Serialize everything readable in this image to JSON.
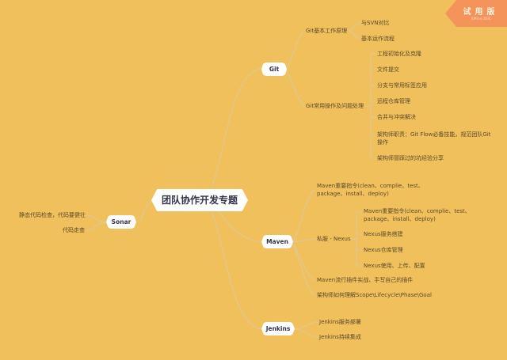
{
  "badge": {
    "label": "试用版",
    "sublabel": "XMind ZEN"
  },
  "root": {
    "label": "团队协作开发专题"
  },
  "colors": {
    "background": "#f0c05c",
    "node_fill": "#ffffff",
    "link": "#d9c8a0",
    "badge": "#f4935a",
    "text": "#5a4a2a"
  },
  "branches": {
    "git": {
      "label": "Git",
      "children": [
        {
          "label": "Git基本工作原理",
          "children": [
            "与SVN对比",
            "基本运作流程"
          ]
        },
        {
          "label": "Git常用操作及问题处理",
          "children": [
            "工程初始化及克隆",
            "文件提交",
            "分支与常用标签应用",
            "远程仓库管理",
            "合并与冲突解决",
            "架构师职责：Git Flow必备技能，规范团队Git操作",
            "架构师冒踩过的坑经验分享"
          ]
        }
      ]
    },
    "maven": {
      "label": "Maven",
      "children": [
        {
          "label": "Maven重要指令(clean、complie、test、package、install、deploy)"
        },
        {
          "label": "私服 - Nexus",
          "children": [
            "Maven重要指令(clean、complie、test、package、install、deploy)",
            "Nexus服务搭建",
            "Nexus仓库管理",
            "Nexus使用、上传、配置"
          ]
        },
        {
          "label": "Maven流行插件实战、手写自己的插件"
        },
        {
          "label": "架构师如何理解Scope\\Lifecycle\\Phase\\Goal"
        }
      ]
    },
    "jenkins": {
      "label": "Jenkins",
      "children": [
        "Jenkins服务部署",
        "Jenkins持续集成"
      ]
    },
    "sonar": {
      "label": "Sonar",
      "children": [
        "静态代码检查，代码要健壮",
        "代码走查"
      ]
    }
  }
}
